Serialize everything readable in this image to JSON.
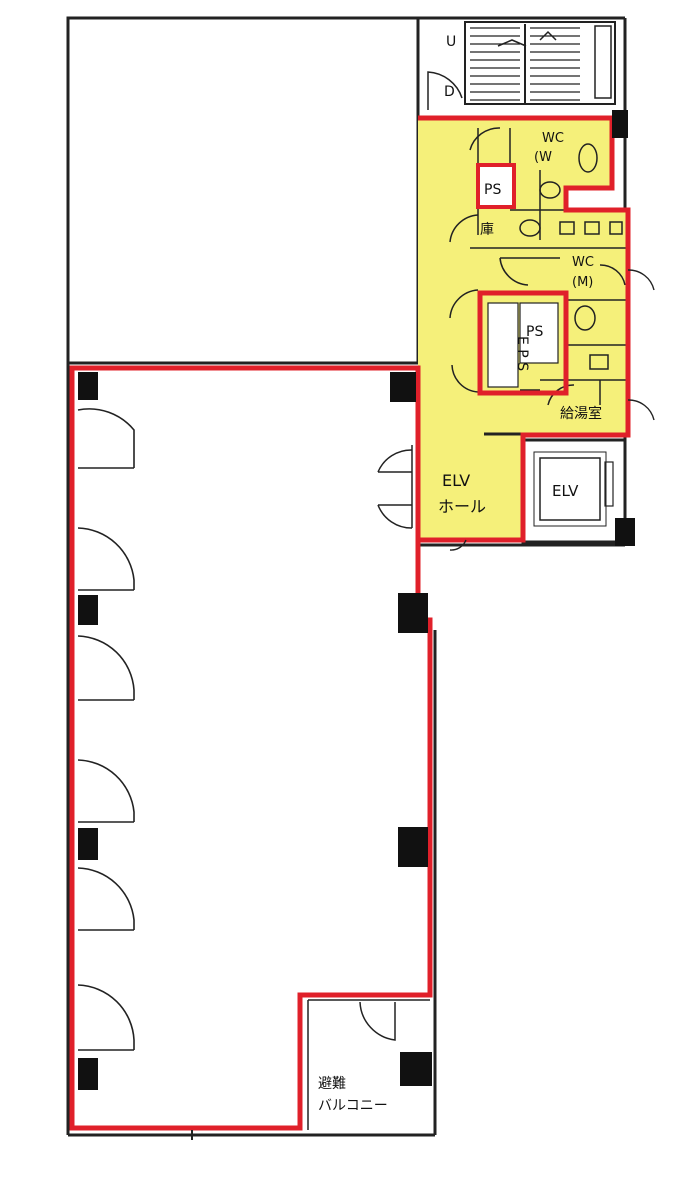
{
  "labels": {
    "stair_up": "U",
    "stair_down": "D",
    "wc_women_l1": "WC",
    "wc_women_l2": "(W",
    "ps_upper": "PS",
    "storage": "庫",
    "wc_men_l1": "WC",
    "wc_men_l2": "(M)",
    "eps": "E P S",
    "ps_lower": "PS",
    "kitchenette": "給湯室",
    "elv_hall_l1": "ELV",
    "elv_hall_l2": "ホール",
    "elevator": "ELV",
    "balcony_l1": "避難",
    "balcony_l2": "バルコニー"
  },
  "colors": {
    "rental_outline": "#e0202a",
    "common_fill": "#f5f07a",
    "wall": "#222222",
    "column": "#111111"
  }
}
